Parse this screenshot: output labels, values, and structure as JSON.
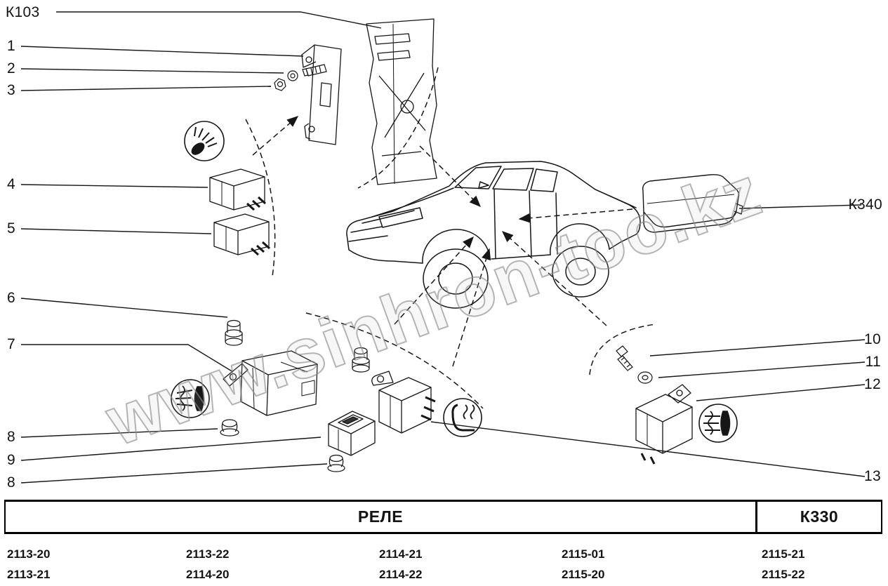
{
  "watermark": "www.sinhron-too.kz",
  "callouts": {
    "k103": "К103",
    "n1": "1",
    "n2": "2",
    "n3": "3",
    "n4": "4",
    "n5": "5",
    "n6": "6",
    "n7": "7",
    "n8a": "8",
    "n9": "9",
    "n8b": "8",
    "k340": "К340",
    "n10": "10",
    "n11": "11",
    "n12": "12",
    "n13": "13"
  },
  "icons": {
    "top_left": "headlight-icon",
    "lower_left": "front-fog-light-icon",
    "lower_middle": "heated-seat-icon",
    "lower_right": "rear-fog-light-icon"
  },
  "footer": {
    "title": "РЕЛЕ",
    "code": "К330",
    "columns": [
      {
        "top": "2113-20",
        "bottom": "2113-21"
      },
      {
        "top": "2113-22",
        "bottom": "2114-20"
      },
      {
        "top": "2114-21",
        "bottom": "2114-22"
      },
      {
        "top": "2115-01",
        "bottom": "2115-20"
      },
      {
        "top": "2115-21",
        "bottom": "2115-22"
      }
    ]
  }
}
